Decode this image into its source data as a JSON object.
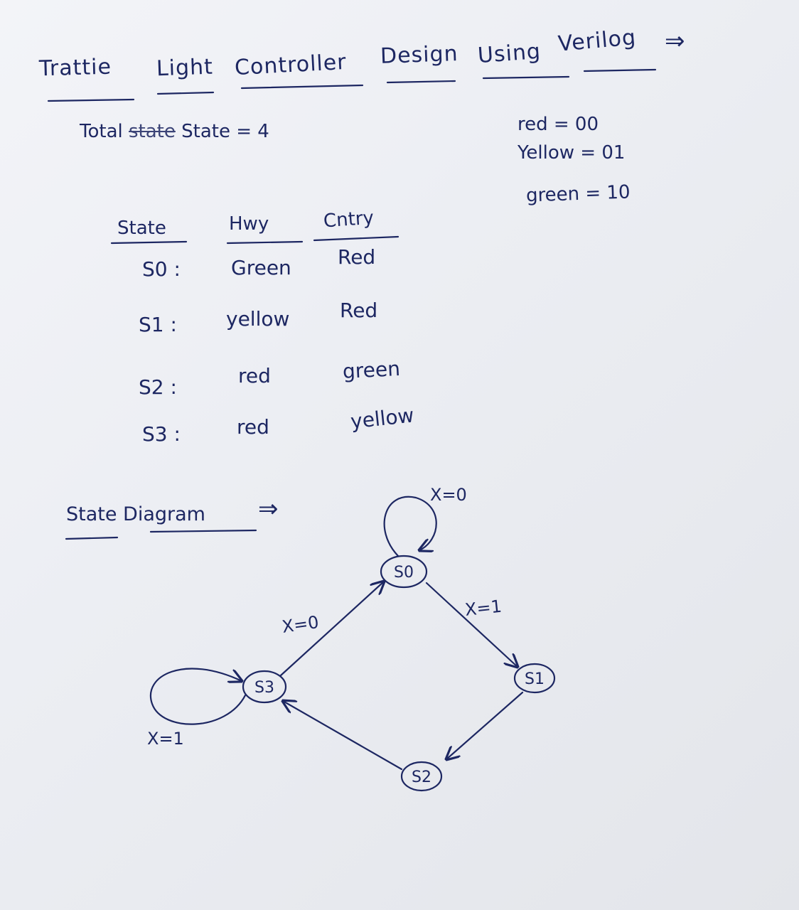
{
  "title": {
    "words": [
      "Trattie",
      "Light",
      "Controller",
      "Design",
      "Using",
      "Verilog"
    ],
    "arrow": "⇒"
  },
  "total": {
    "label": "Total",
    "struck": "state",
    "text": "State = 4"
  },
  "encoding": [
    {
      "text": "red = 00"
    },
    {
      "text": "Yellow = 01"
    },
    {
      "text": "green = 10"
    }
  ],
  "table": {
    "headers": [
      "State",
      "Hwy",
      "Cntry"
    ],
    "rows": [
      {
        "state": "S0 :",
        "hwy": "Green",
        "cntry": "Red"
      },
      {
        "state": "S1 :",
        "hwy": "yellow",
        "cntry": "Red"
      },
      {
        "state": "S2 :",
        "hwy": "red",
        "cntry": "green"
      },
      {
        "state": "S3 :",
        "hwy": "red",
        "cntry": "yellow"
      }
    ]
  },
  "diagram": {
    "heading": "State Diagram",
    "arrow": "⇒",
    "nodes": [
      "S0",
      "S1",
      "S2",
      "S3"
    ],
    "edges": {
      "s0_self": "X=0",
      "s0_s1": "X=1",
      "s3_s0": "X=0",
      "s3_self": "X=1"
    }
  }
}
